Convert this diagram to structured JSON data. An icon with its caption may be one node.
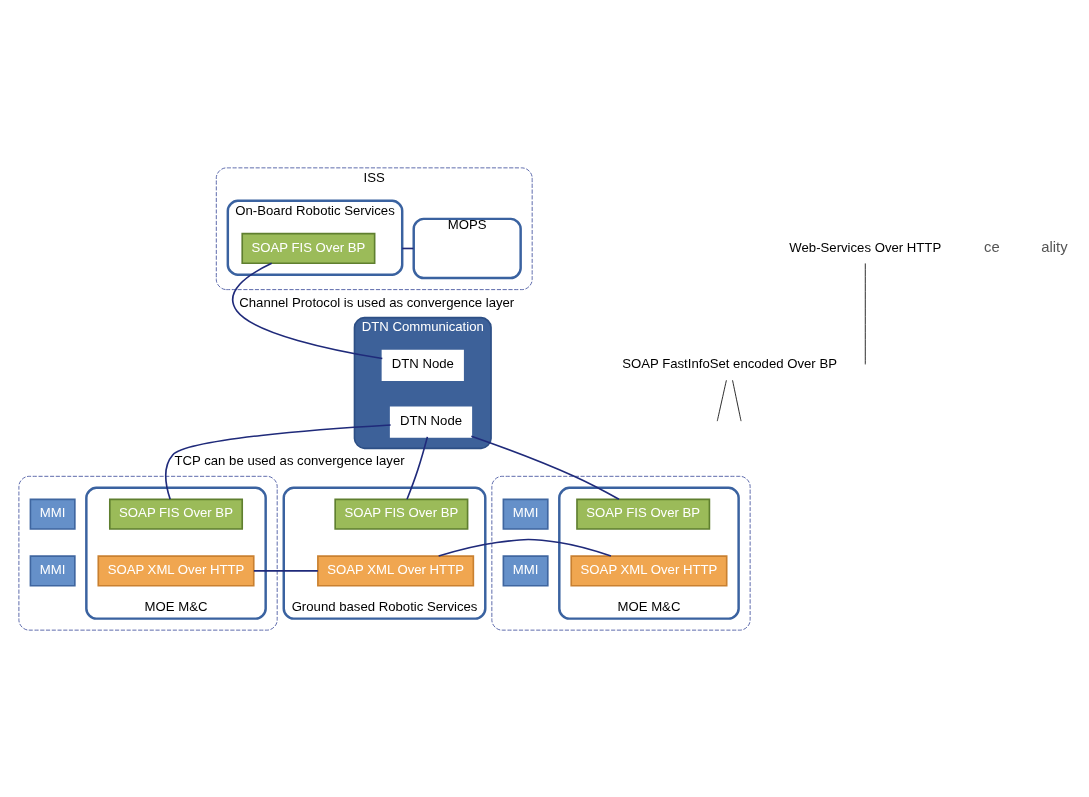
{
  "diagram": {
    "nodes": [
      {
        "text": [
          "ISS"
        ]
      },
      {
        "text": [
          "On-Board Robotic Services"
        ],
        "in": 0
      },
      {
        "text": [
          "SOAP FIS Over BP"
        ],
        "in": 1
      },
      {
        "text": [
          "MOPS"
        ],
        "in": 0
      },
      {
        "text": [
          "DTN Communication"
        ]
      },
      {
        "text": [
          "DTN Node"
        ],
        "in": 4
      },
      {
        "text": [
          "DTN Node"
        ],
        "in": 4
      },
      {
        "text": [],
        "shape": "box"
      },
      {
        "text": [
          "MOE M&C"
        ],
        "in": 7
      },
      {
        "text": [
          "SOAP FIS Over BP"
        ],
        "in": 8
      },
      {
        "text": [
          "SOAP XML Over HTTP"
        ],
        "in": 8
      },
      {
        "text": [
          "MMI"
        ],
        "in": 7
      },
      {
        "text": [
          "MMI"
        ],
        "in": 7
      },
      {
        "text": [
          "Ground based Robotic Services"
        ]
      },
      {
        "text": [
          "SOAP FIS Over BP"
        ],
        "in": 13
      },
      {
        "text": [
          "SOAP XML Over HTTP"
        ],
        "in": 13
      },
      {
        "text": [],
        "shape": "box"
      },
      {
        "text": [
          "MOE M&C"
        ],
        "in": 16
      },
      {
        "text": [
          "SOAP FIS Over BP"
        ],
        "in": 17
      },
      {
        "text": [
          "SOAP XML Over HTTP"
        ],
        "in": 17
      },
      {
        "text": [
          "MMI"
        ],
        "in": 16
      },
      {
        "text": [
          "MMI"
        ],
        "in": 16
      },
      {
        "text": [
          "SOAP FastInfoSet encoded Over BP"
        ]
      },
      {
        "text": [
          "Web-Services Over HTTP"
        ]
      }
    ],
    "edges": [
      {
        "from": 1,
        "to": 3,
        "arrow": "none"
      },
      {
        "from": 2,
        "to": 5,
        "arrow": "none",
        "label": "Channel Protocol is used as convergence layer"
      },
      {
        "from": 6,
        "to": 9,
        "arrow": "none",
        "label": "TCP can be used as convergence layer"
      },
      {
        "from": 6,
        "to": 14,
        "arrow": "none"
      },
      {
        "from": 6,
        "to": 18,
        "arrow": "none"
      },
      {
        "from": 10,
        "to": 15,
        "arrow": "none"
      },
      {
        "from": 15,
        "to": 19,
        "arrow": "none"
      },
      {
        "from": 22,
        "to": null,
        "arrow": "none",
        "color": "#000000"
      },
      {
        "from": 22,
        "to": null,
        "arrow": "none",
        "color": "#000000"
      },
      {
        "from": 23,
        "to": null,
        "arrow": "none",
        "color": "#000000"
      }
    ],
    "labels": [
      "ce",
      "ality"
    ]
  }
}
